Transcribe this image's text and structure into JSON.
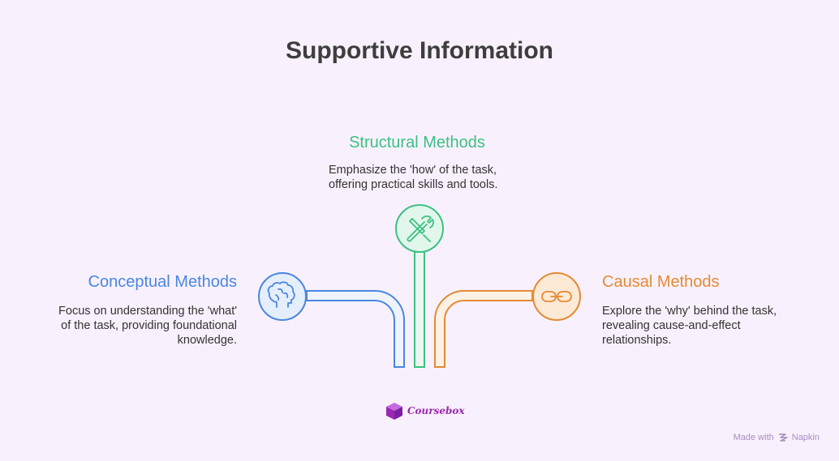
{
  "title": "Supportive Information",
  "branches": {
    "conceptual": {
      "heading": "Conceptual Methods",
      "description_lines": [
        "Focus on understanding the 'what'",
        "of the task, providing foundational",
        "knowledge."
      ],
      "icon": "brain-icon",
      "color": "#4A86E0"
    },
    "structural": {
      "heading": "Structural Methods",
      "description_lines": [
        "Emphasize the 'how' of the task,",
        "offering practical skills and tools."
      ],
      "icon": "wrench-icon",
      "color": "#3DC083"
    },
    "causal": {
      "heading": "Causal Methods",
      "description_lines": [
        "Explore the 'why' behind the task,",
        "revealing cause-and-effect",
        "relationships."
      ],
      "icon": "chain-link-icon",
      "color": "#E58A34"
    }
  },
  "branding": {
    "logo_text": "Coursebox",
    "logo_color": "#9C27B0",
    "made_with_label": "Made with",
    "made_with_brand": "Napkin"
  }
}
